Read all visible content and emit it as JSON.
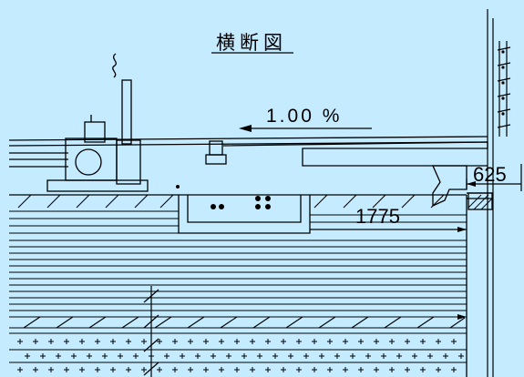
{
  "drawing": {
    "title": "横断図",
    "slope_label": "1.00 %",
    "dim_a_label": "625",
    "dim_b_label": "1775"
  },
  "colors": {
    "background": "#c4ebff",
    "line": "#000000"
  }
}
